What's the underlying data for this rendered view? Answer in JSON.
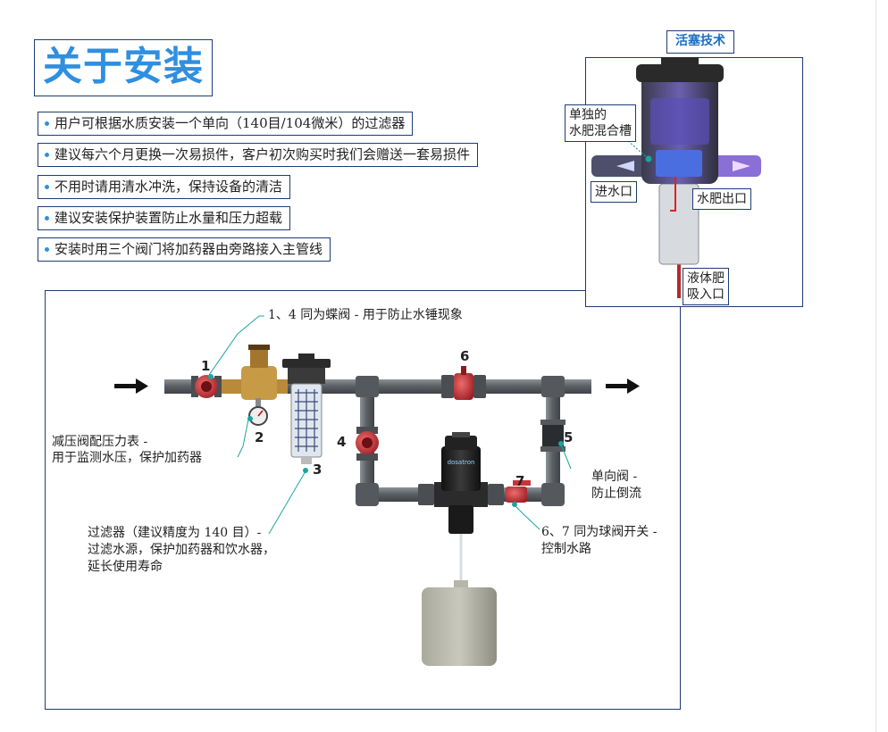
{
  "heading": "关于安装",
  "bullets": [
    "用户可根据水质安装一个单向（140目/104微米）的过滤器",
    "建议每六个月更换一次易损件，客户初次购买时我们会赠送一套易损件",
    "不用时请用清水冲洗，保持设备的清洁",
    "建议安装保护装置防止水量和压力超载",
    "安装时用三个阀门将加药器由旁路接入主管线"
  ],
  "inset": {
    "title": "活塞技术",
    "mixing_chamber": [
      "单独的",
      "水肥混合槽"
    ],
    "inlet": "进水口",
    "outlet": "水肥出口",
    "suction": [
      "液体肥",
      "吸入口"
    ]
  },
  "diagram": {
    "numbers": [
      "1",
      "2",
      "3",
      "4",
      "5",
      "6",
      "7"
    ],
    "anno_butterfly": "1、4 同为蝶阀 - 用于防止水锤现象",
    "anno_gauge": [
      "减压阀配压力表 -",
      "用于监测水压，保护加药器"
    ],
    "anno_filter": [
      "过滤器（建议精度为 140 目）-",
      "过滤水源，保护加药器和饮水器，",
      "延长使用寿命"
    ],
    "anno_check": [
      "单向阀 -",
      "防止倒流"
    ],
    "anno_ball": [
      "6、7 同为球阀开关 -",
      "控制水路"
    ],
    "pump_brand": "dosatron"
  },
  "colors": {
    "accent": "#2f8fe0",
    "frame": "#1d3c73",
    "valve_red": "#c8343a",
    "pipe": "#6b7075",
    "callout": "#1aa6a0"
  }
}
